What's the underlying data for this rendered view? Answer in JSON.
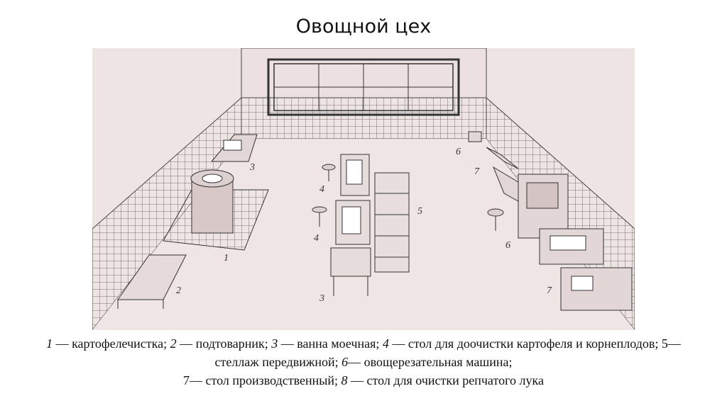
{
  "slide": {
    "title": "Овощной цех"
  },
  "figure": {
    "labels": {
      "l1": "1",
      "l2": "2",
      "l3a": "3",
      "l3b": "3",
      "l4a": "4",
      "l4b": "4",
      "l5": "5",
      "l6a": "6",
      "l6b": "6",
      "l7a": "7",
      "l7b": "7"
    }
  },
  "caption": {
    "items": [
      {
        "num": "1",
        "text": " — картофелечистка; "
      },
      {
        "num": "2",
        "text": " — подтоварник; "
      },
      {
        "num": "3",
        "text": " — ванна моечная; "
      },
      {
        "num": "4",
        "text": " — стол для доочистки картофеля и корнеплодов; "
      },
      {
        "num": "5",
        "text": "— стеллаж передвижной; "
      },
      {
        "num": "6",
        "text": "— овощерезательная машина; "
      },
      {
        "num": "7",
        "text": "— стол производственный; "
      },
      {
        "num": "8",
        "text": " — стол для очистки репчатого лука"
      }
    ]
  }
}
